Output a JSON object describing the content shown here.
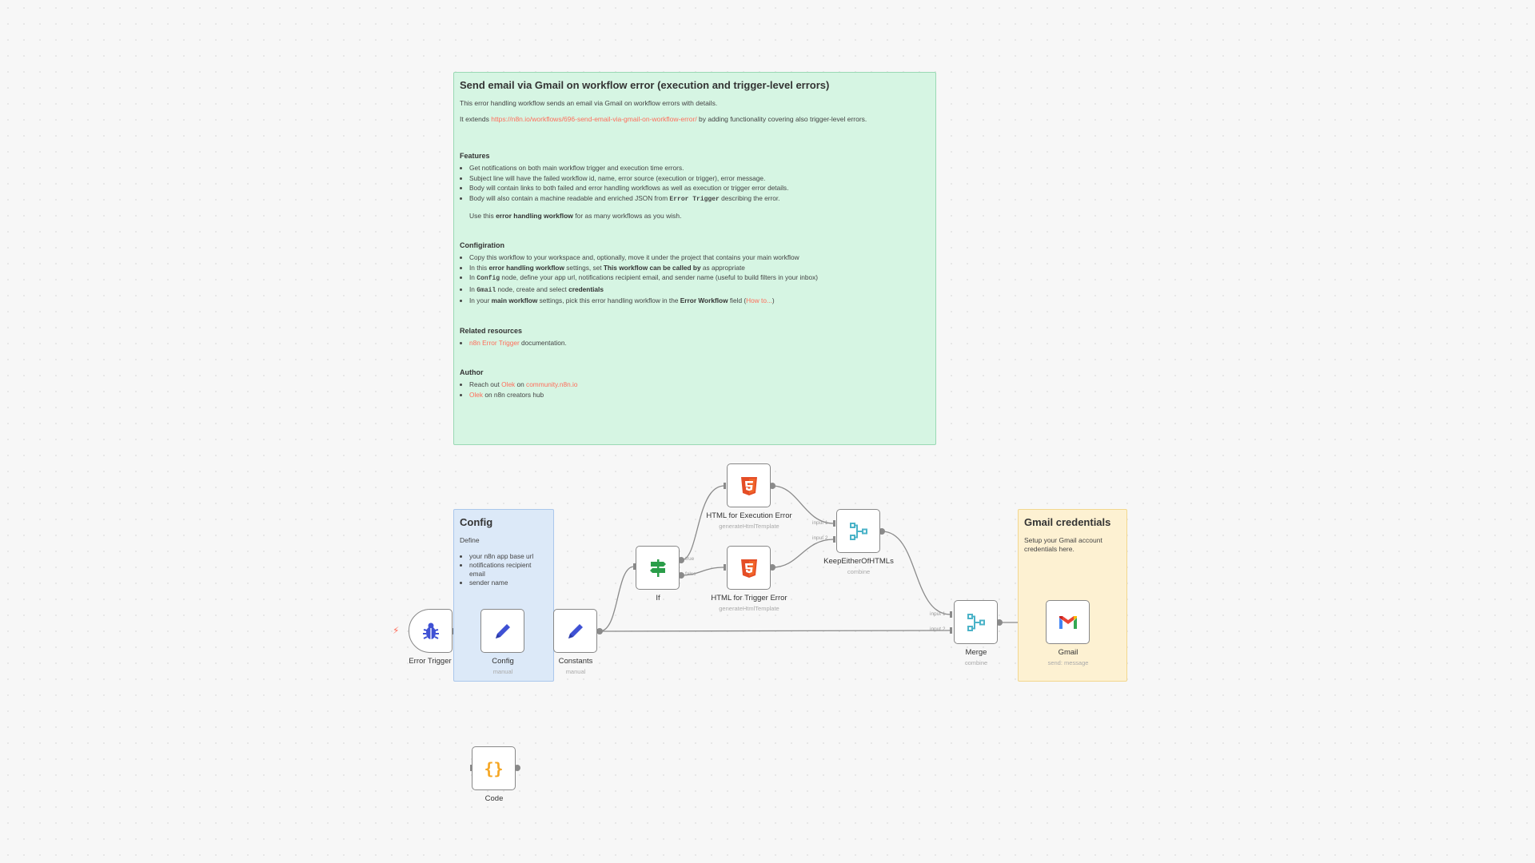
{
  "main_note": {
    "title": "Send email via Gmail on workflow error (execution and trigger-level errors)",
    "intro": "This error handling workflow sends an email via Gmail on workflow errors with details.",
    "extends_prefix": "It extends ",
    "extends_link": "https://n8n.io/workflows/696-send-email-via-gmail-on-workflow-error/",
    "extends_suffix": " by adding functionality covering also trigger-level errors.",
    "features_heading": "Features",
    "features": [
      "Get notifications on both main workflow trigger and execution time errors.",
      "Subject line will have the failed workflow id, name, error source (execution or trigger), error message.",
      "Body will contain links to both failed and error handling workflows as well as execution or trigger error details."
    ],
    "feature4_prefix": "Body will also contain a machine readable and enriched JSON from ",
    "feature4_code": "Error Trigger",
    "feature4_suffix": " describing the error.",
    "use_prefix": "Use this ",
    "use_bold": "error handling workflow",
    "use_suffix": " for as many workflows as you wish.",
    "config_heading": "Configiration",
    "config_item1": "Copy this workflow to your workspace and, optionally, move it under the project that contains your main workflow",
    "config_item2_a": "In this ",
    "config_item2_b": "error handling workflow",
    "config_item2_c": " settings, set ",
    "config_item2_d": "This workflow can be called by",
    "config_item2_e": " as appropriate",
    "config_item3_a": "In ",
    "config_item3_b": "Config",
    "config_item3_c": " node, define your app url, notifications recipient email, and sender name (useful to build filters in your inbox)",
    "config_item4_a": "In ",
    "config_item4_b": "Gmail",
    "config_item4_c": " node, create and select ",
    "config_item4_d": "credentials",
    "config_item5_a": "In your ",
    "config_item5_b": "main workflow",
    "config_item5_c": " settings, pick this error handling workflow in the ",
    "config_item5_d": "Error Workflow",
    "config_item5_e": " field (",
    "config_item5_link": "How to...",
    "config_item5_f": ")",
    "resources_heading": "Related resources",
    "resources_link": "n8n Error Trigger",
    "resources_suffix": " documentation.",
    "author_heading": "Author",
    "author_item1_a": "Reach out ",
    "author_item1_link1": "Olek",
    "author_item1_b": " on ",
    "author_item1_link2": "community.n8n.io",
    "author_item2_link": "Olek",
    "author_item2_suffix": " on n8n creators hub"
  },
  "config_note": {
    "title": "Config",
    "define": "Define",
    "items": [
      "your n8n app base url",
      "notifications recipient email",
      "sender name"
    ]
  },
  "gmail_note": {
    "title": "Gmail credentials",
    "text": "Setup your Gmail account credentials here."
  },
  "nodes": {
    "error_trigger": {
      "label": "Error Trigger",
      "icon": "bug-icon"
    },
    "config": {
      "label": "Config",
      "sub": "manual",
      "icon": "pencil-icon"
    },
    "constants": {
      "label": "Constants",
      "sub": "manual",
      "icon": "pencil-icon"
    },
    "if": {
      "label": "If",
      "icon": "signpost-icon",
      "out_true": "true",
      "out_false": "false"
    },
    "html_exec": {
      "label": "HTML for Execution Error",
      "sub": "generateHtmlTemplate",
      "icon": "html5-icon"
    },
    "html_trigger": {
      "label": "HTML for Trigger Error",
      "sub": "generateHtmlTemplate",
      "icon": "html5-icon"
    },
    "keep": {
      "label": "KeepEitherOfHTMLs",
      "sub": "combine",
      "icon": "merge-icon",
      "in1": "input 1",
      "in2": "input 2"
    },
    "merge": {
      "label": "Merge",
      "sub": "combine",
      "icon": "merge-icon",
      "in1": "input 1",
      "in2": "input 2"
    },
    "gmail": {
      "label": "Gmail",
      "sub": "send: message",
      "icon": "gmail-icon"
    },
    "code": {
      "label": "Code",
      "icon": "braces-icon"
    }
  },
  "colors": {
    "accent": "#ff6d5a",
    "html5": "#e44d26",
    "if_green": "#2a9d49",
    "pencil_blue": "#3f51d4",
    "merge_teal": "#4bb3c8",
    "code_orange": "#f5a623"
  }
}
